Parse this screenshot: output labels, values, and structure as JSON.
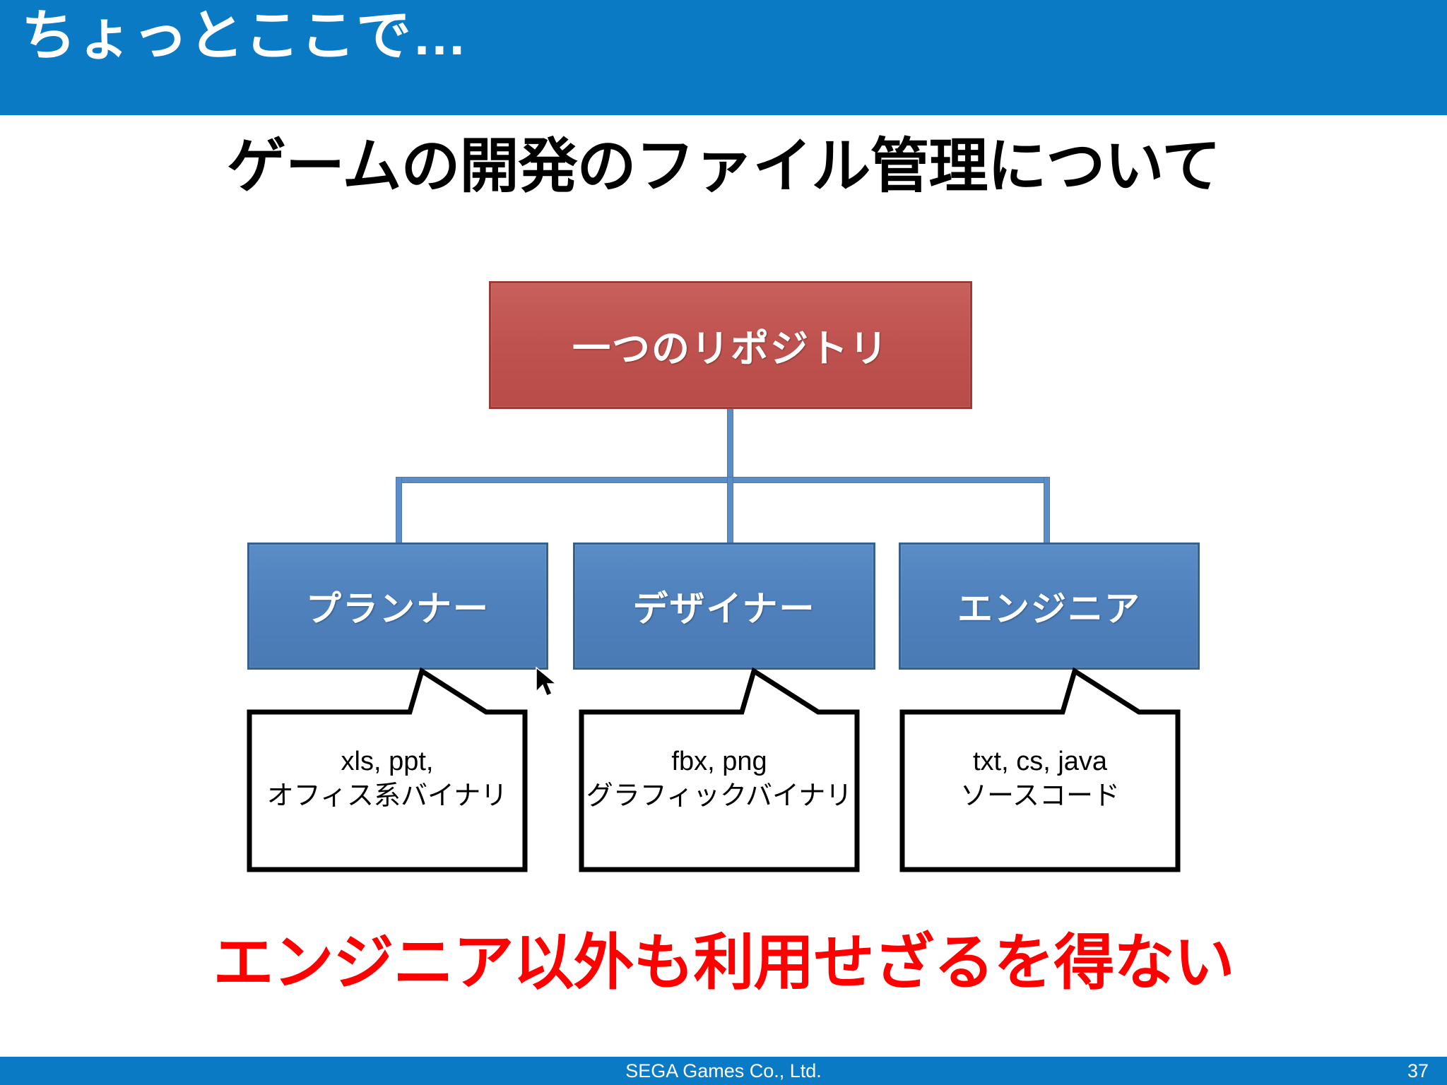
{
  "header": {
    "title": "ちょっとここで…",
    "bar_color": "#0a7ac4"
  },
  "slide": {
    "title": "ゲームの開発のファイル管理について"
  },
  "diagram": {
    "root": {
      "label": "一つのリポジトリ",
      "fill_color": "#c0504d",
      "border_color": "#943634"
    },
    "children": [
      {
        "label": "プランナー",
        "fill_color": "#4f81bd",
        "border_color": "#376092",
        "callout_line1": "xls, ppt,",
        "callout_line2": "オフィス系バイナリ"
      },
      {
        "label": "デザイナー",
        "fill_color": "#4f81bd",
        "border_color": "#376092",
        "callout_line1": "fbx, png",
        "callout_line2": "グラフィックバイナリ"
      },
      {
        "label": "エンジニア",
        "fill_color": "#4f81bd",
        "border_color": "#376092",
        "callout_line1": "txt, cs, java",
        "callout_line2": "ソースコード"
      }
    ]
  },
  "emphasis": {
    "text": "エンジニア以外も利用せざるを得ない",
    "color": "#ff0000"
  },
  "footer": {
    "company": "SEGA Games Co., Ltd.",
    "page_number": "37",
    "bar_color": "#0a7ac4"
  }
}
